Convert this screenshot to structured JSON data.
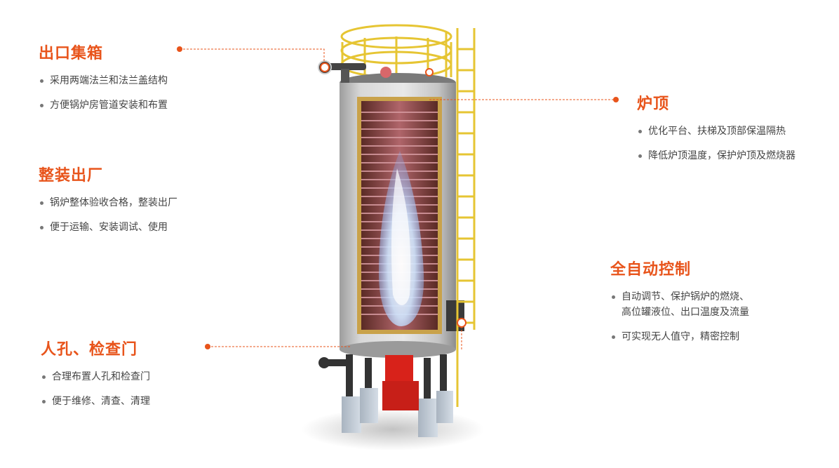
{
  "features": {
    "outlet": {
      "title": "出口集箱",
      "items": [
        "采用两端法兰和法兰盖结构",
        "方便锅炉房管道安装和布置"
      ]
    },
    "assembly": {
      "title": "整装出厂",
      "items": [
        "锅炉整体验收合格，整装出厂",
        "便于运输、安装调试、使用"
      ]
    },
    "manhole": {
      "title": "人孔、检查门",
      "items": [
        "合理布置人孔和检查门",
        "便于维修、清查、清理"
      ]
    },
    "top": {
      "title": "炉顶",
      "items": [
        "优化平台、扶梯及顶部保温隔热",
        "降低炉顶温度，保护炉顶及燃烧器"
      ]
    },
    "auto": {
      "title": "全自动控制",
      "items": [
        "自动调节、保护锅炉的燃烧、",
        "高位罐液位、出口温度及流量",
        "可实现无人值守，精密控制"
      ]
    }
  },
  "colors": {
    "accent": "#e8541b",
    "text": "#444444",
    "shell": "#cfcfcf",
    "frame": "#c9a24a",
    "ladder": "#e6c533",
    "burner": "#d8221a"
  }
}
